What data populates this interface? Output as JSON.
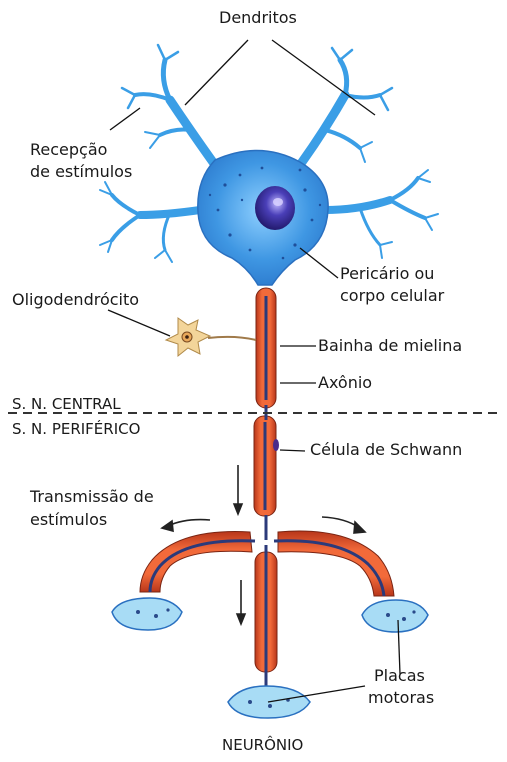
{
  "labels": {
    "dendritos": "Dendritos",
    "recepcao_line1": "Recepção",
    "recepcao_line2": "de estímulos",
    "pericario_line1": "Pericário ou",
    "pericario_line2": "corpo celular",
    "oligodendrocito": "Oligodendrócito",
    "bainha": "Bainha de mielina",
    "axonio": "Axônio",
    "sn_central": "S. N. CENTRAL",
    "sn_periferico": "S. N. PERIFÉRICO",
    "schwann": "Célula de Schwann",
    "transmissao_line1": "Transmissão de",
    "transmissao_line2": "estímulos",
    "placas_line1": "Placas",
    "placas_line2": "motoras",
    "caption": "NEURÔNIO"
  },
  "colors": {
    "cell_body": "#3a8fe0",
    "dendrite": "#4aa8e8",
    "nucleus": "#3b2f9a",
    "myelin": "#e8542a",
    "axon_core": "#2b3a7a",
    "oligodendrocyte": "#f3d59a",
    "divider": "#333333"
  }
}
